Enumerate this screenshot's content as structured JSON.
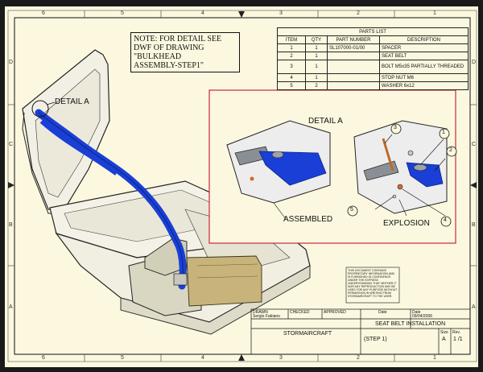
{
  "note": {
    "lines": [
      "NOTE: FOR DETAIL SEE",
      "DWF OF DRAWING",
      "\"BULKHEAD",
      "ASSEMBLY-STEP1\""
    ]
  },
  "callouts": {
    "detail_a_leader": "DETAIL A",
    "detail_a_title": "DETAIL A",
    "assembled": "ASSEMBLED",
    "explosion": "EXPLOSION"
  },
  "balloons": [
    "1",
    "2",
    "3",
    "4",
    "5"
  ],
  "parts_list": {
    "title": "PARTS LIST",
    "headers": [
      "ITEM",
      "QTY",
      "PART NUMBER",
      "DESCRIPTION"
    ],
    "rows": [
      [
        "1",
        "1",
        "SL107000-01/00",
        "SPACER"
      ],
      [
        "2",
        "1",
        "",
        "SEAT BELT"
      ],
      [
        "3",
        "1",
        "",
        "BOLT M5x35 PARTIALLY THREADED"
      ],
      [
        "4",
        "1",
        "",
        "STOP NUT M6"
      ],
      [
        "5",
        "2",
        "",
        "WASHER 6x12"
      ]
    ]
  },
  "zones": {
    "top": [
      "6",
      "5",
      "4",
      "3",
      "2",
      "1"
    ],
    "left": [
      "D",
      "C",
      "B",
      "A"
    ]
  },
  "title_block": {
    "drawn_label": "DRAWN",
    "drawn_by": "Sergio Fabiano",
    "checked_label": "CHECKED",
    "approved_label": "APPROVED",
    "date_label": "Date",
    "date_label2": "Date",
    "date": "09/04/2006",
    "company": "STORMAIRCRAFT",
    "title": "SEAT BELT INSTALLATION",
    "subtitle": "(STEP 1)",
    "size_label": "Size",
    "size": "A",
    "sheet_label": "Rev.",
    "sheet": "1 /1",
    "confidential": "THIS DOCUMENT CONTAINS PROPRIETARY INFORMATION AND IS FURNISHED IN CONFIDENCE UNDER THE EXPRESS UNDERSTANDING THAT NEITHER IT NOR ANY REPRODUCTION MAY BE USED FOR ANY PURPOSE WITHOUT PERMISSION IN WRITING FROM STORMAIRCRAFT TO THE USER."
  },
  "colors": {
    "paper": "#fbf8df",
    "belt": "#1a3fd6",
    "detail_border": "#c8283c",
    "seat_cushion": "#d9d6c2",
    "spacer": "#c8b47a"
  }
}
